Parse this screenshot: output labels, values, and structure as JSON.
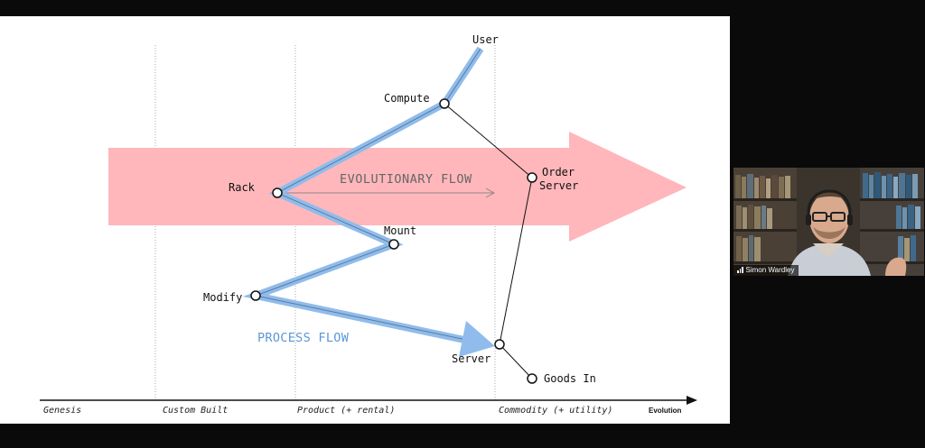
{
  "map": {
    "nodes": {
      "user": "User",
      "compute": "Compute",
      "order_server": "Order\nServer",
      "rack": "Rack",
      "mount": "Mount",
      "modify": "Modify",
      "server": "Server",
      "goods_in": "Goods In"
    },
    "evolutionary_flow_label": "EVOLUTIONARY FLOW",
    "process_flow_label": "PROCESS FLOW",
    "stages": {
      "genesis": "Genesis",
      "custom_built": "Custom Built",
      "product": "Product (+ rental)",
      "commodity": "Commodity (+ utility)"
    },
    "axis_label": "Evolution"
  },
  "colors": {
    "evolution_arrow": "#ffb7bb",
    "process_flow": "#5b97d6",
    "process_flow_line": "#8fbcec"
  },
  "video": {
    "participant_name": "Simon Wardley"
  }
}
